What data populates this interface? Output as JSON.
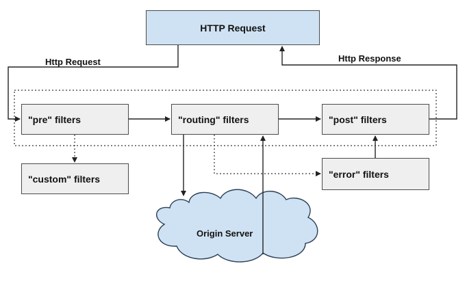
{
  "nodes": {
    "http_request": "HTTP Request",
    "pre_filters": "\"pre\" filters",
    "routing_filters": "\"routing\" filters",
    "post_filters": "\"post\" filters",
    "custom_filters": "\"custom\" filters",
    "error_filters": "\"error\" filters",
    "origin_server": "Origin Server"
  },
  "edge_labels": {
    "http_request": "Http Request",
    "http_response": "Http Response"
  },
  "colors": {
    "request_box_fill": "#cfe2f3",
    "filter_box_fill": "#efefef",
    "cloud_fill": "#cfe2f3",
    "stroke": "#222222"
  }
}
